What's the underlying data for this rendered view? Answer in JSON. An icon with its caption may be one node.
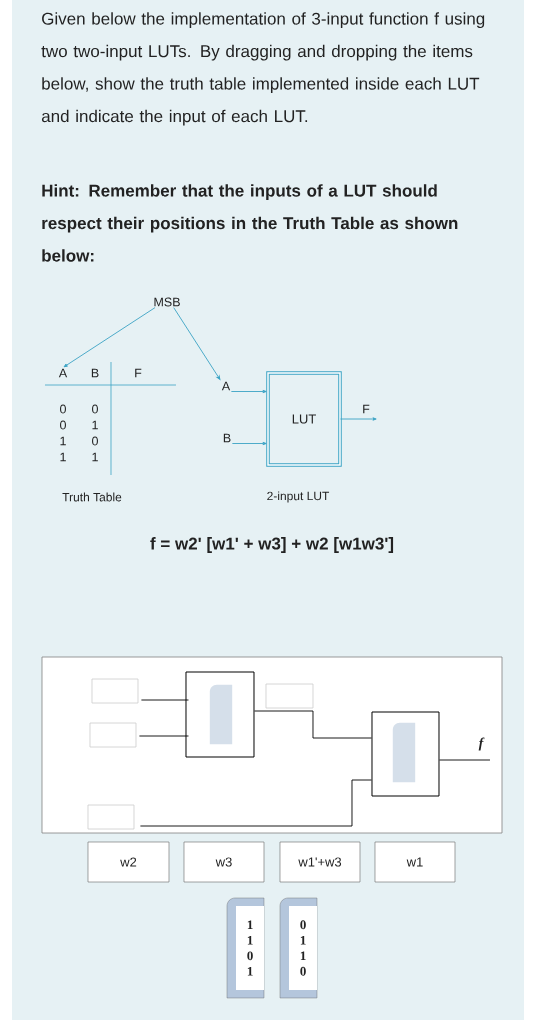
{
  "diagram": {
    "nodes": [
      {
        "text": [
          "MSB"
        ]
      },
      {
        "text": [
          "A"
        ]
      },
      {
        "text": [
          "A"
        ]
      },
      {
        "text": [
          "B"
        ]
      },
      {
        "text": [
          "LUT"
        ]
      },
      {
        "text": [],
        "shape": "box"
      },
      {
        "text": [],
        "shape": "box",
        "in": 5
      },
      {
        "text": [],
        "shape": "box",
        "in": 5
      },
      {
        "text": [],
        "shape": "box",
        "in": 5
      },
      {
        "text": [],
        "shape": "box",
        "in": 8
      },
      {
        "text": [],
        "shape": "box",
        "in": 5
      },
      {
        "text": [],
        "shape": "box",
        "in": 5
      },
      {
        "text": [],
        "shape": "box",
        "in": 11
      },
      {
        "text": [],
        "shape": "box",
        "in": 5
      },
      {
        "text": [
          "w2"
        ]
      },
      {
        "text": [
          "w3"
        ]
      },
      {
        "text": [
          "w1'+w3"
        ]
      },
      {
        "text": [
          "w1"
        ]
      },
      {
        "text": [
          "1 1 0 1"
        ]
      },
      {
        "text": [
          "0 1 1 0"
        ]
      }
    ],
    "edges": [
      {
        "from": 0,
        "to": 1,
        "arrow": "to",
        "color": "#3ba3c4"
      },
      {
        "from": 0,
        "to": 2,
        "arrow": "to",
        "color": "#3ba3c4"
      },
      {
        "from": 2,
        "to": 4,
        "arrow": "to",
        "color": "#3ba3c4"
      },
      {
        "from": 3,
        "to": 4,
        "arrow": "to",
        "color": "#3ba3c4"
      },
      {
        "from": 4,
        "to": null,
        "arrow": "to",
        "label": "F",
        "color": "#3ba3c4"
      },
      {
        "from": 6,
        "to": 8,
        "arrow": "none",
        "color": "#000000"
      },
      {
        "from": 7,
        "to": 8,
        "arrow": "none",
        "color": "#000000"
      },
      {
        "from": 8,
        "to": 11,
        "arrow": "none",
        "color": "#000000"
      },
      {
        "from": 13,
        "to": 11,
        "arrow": "none",
        "color": "#000000"
      },
      {
        "from": 11,
        "to": null,
        "arrow": "none",
        "label": "f",
        "color": "#000000"
      }
    ],
    "labels": [
      "Given below the implementation of 3-input function f using two two-input LUTs. By dragging and dropping the items below, show the truth table implemented inside each LUT and indicate the input of each LUT.",
      "Hint: Remember that the inputs of a LUT should respect their positions in the Truth Table as shown below:",
      "B",
      "F",
      "0",
      "0",
      "0",
      "1",
      "1",
      "0",
      "1",
      "1",
      "Truth Table",
      "2-input LUT",
      "f = w2' [w1' + w3] + w2 [w1w3']"
    ]
  }
}
